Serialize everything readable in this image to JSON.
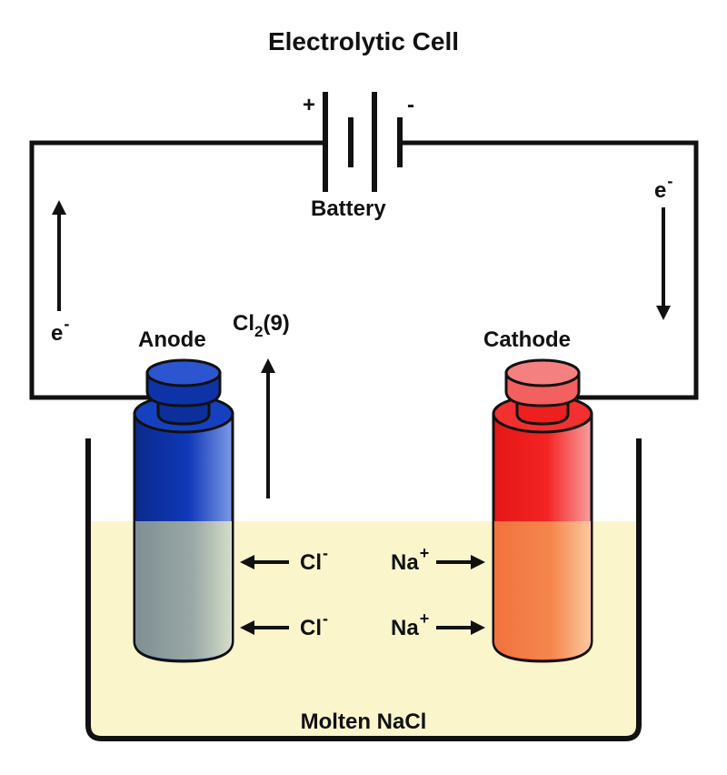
{
  "title": "Electrolytic Cell",
  "battery": {
    "label": "Battery",
    "plus": "+",
    "minus": "-"
  },
  "electron": {
    "symbol": "e",
    "charge": "-"
  },
  "anode": {
    "label": "Anode"
  },
  "cathode": {
    "label": "Cathode"
  },
  "gas": {
    "symbol": "Cl",
    "subscript": "2",
    "state": "(9)"
  },
  "anion": {
    "symbol": "Cl",
    "charge": "-"
  },
  "cation": {
    "symbol": "Na",
    "charge": "+"
  },
  "electrolyte": {
    "label": "Molten NaCl"
  },
  "colors": {
    "anode": "#0a2f9e",
    "cathode": "#ee1c1c",
    "electrolyte": "#fbf5cc",
    "line": "#111111"
  }
}
